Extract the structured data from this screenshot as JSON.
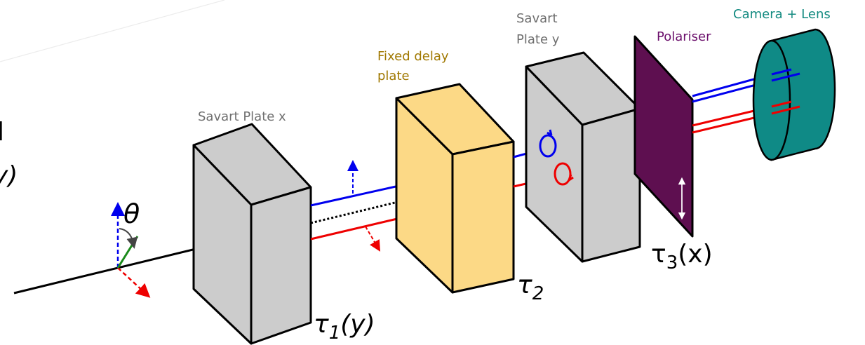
{
  "labels": {
    "cut_top": "l",
    "cut_bottom": "y)",
    "theta": "θ",
    "savart_x": "Savart Plate x",
    "fixed_delay_line1": "Fixed delay",
    "fixed_delay_line2": "plate",
    "savart_y_line1": "Savart",
    "savart_y_line2": "Plate y",
    "polariser": "Polariser",
    "camera": "Camera + Lens",
    "tau1_main": "τ",
    "tau1_sub": "1",
    "tau1_arg": "(y)",
    "tau2_main": "τ",
    "tau2_sub": "2",
    "tau3_main": "τ",
    "tau3_sub": "3",
    "tau3_arg": "(x)"
  },
  "colors": {
    "savart_face": "#cccccc",
    "delay_face": "#fcd986",
    "polariser": "#5e0f50",
    "polariser_label": "#6b0f6b",
    "delay_label": "#a07800",
    "camera": "#0f8a86",
    "camera_label": "#138a80",
    "beam_blue": "#0000ee",
    "beam_red": "#ee0000",
    "axis_green": "#1a8a1a",
    "gray_label": "#6e6e6e"
  }
}
